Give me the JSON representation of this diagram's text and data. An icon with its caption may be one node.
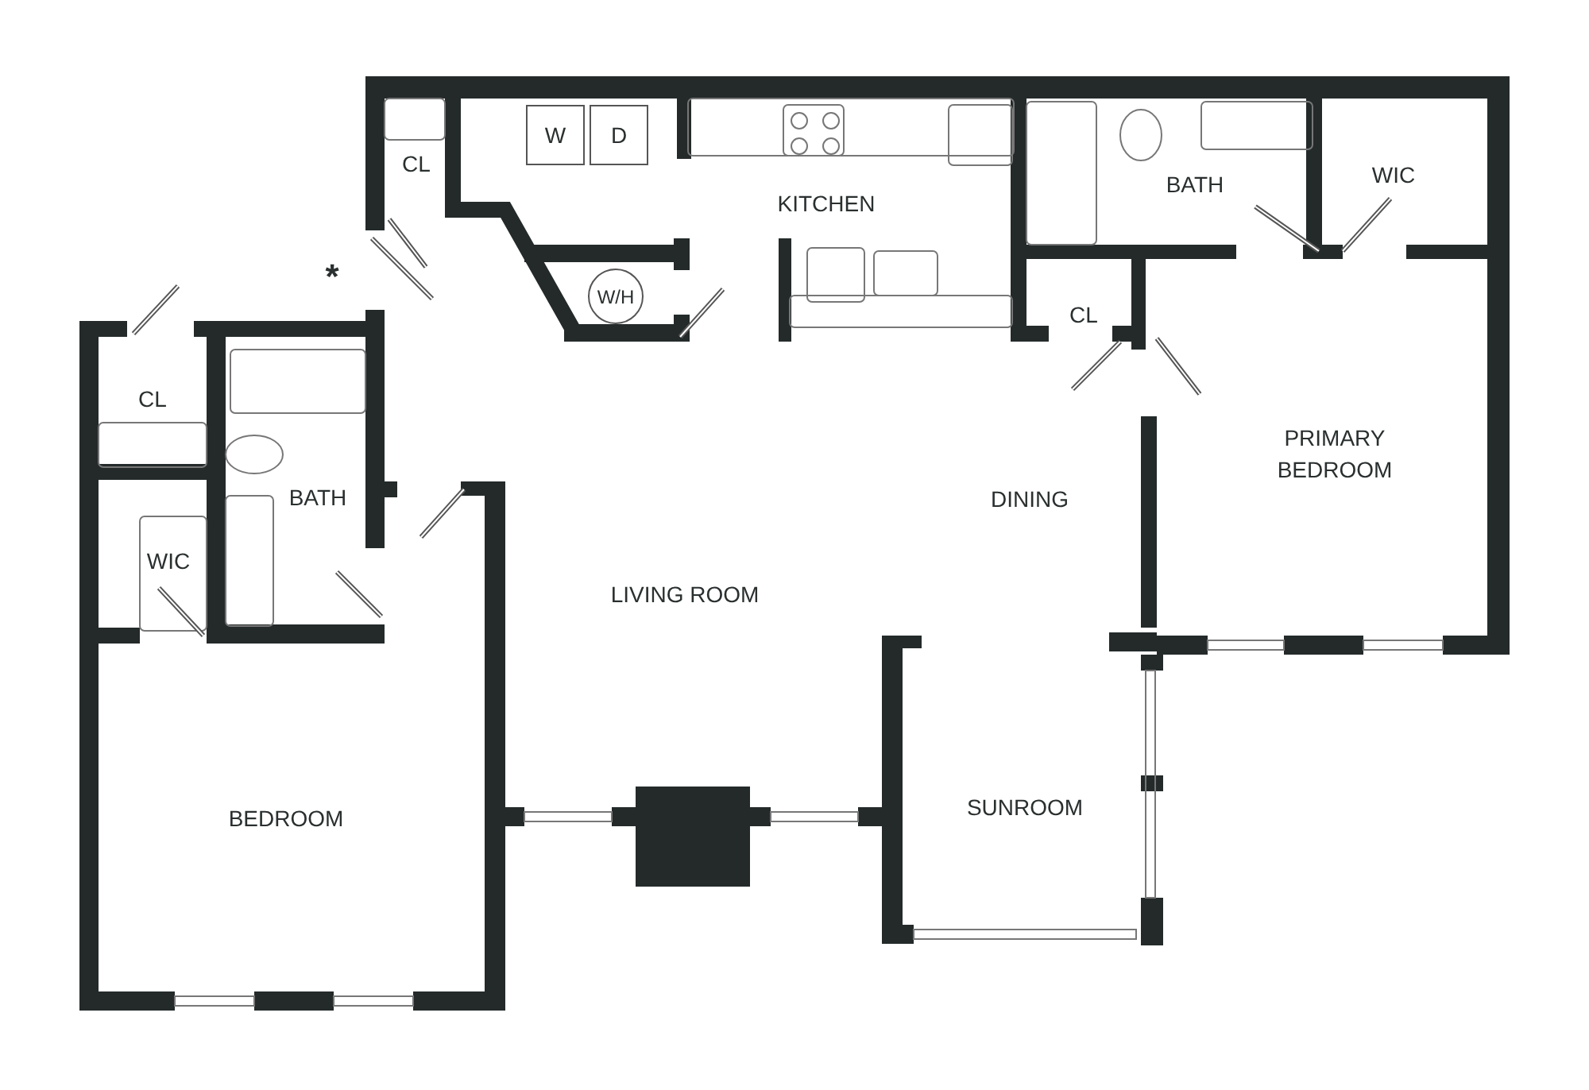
{
  "diagram": {
    "nodes": [
      {
        "text": [
          "W"
        ]
      },
      {
        "text": [
          "D"
        ]
      },
      {
        "text": [
          "W/H"
        ]
      }
    ],
    "labels": [
      "CL",
      "KITCHEN",
      "BATH",
      "WIC",
      "*",
      "CL",
      "CL",
      "BATH",
      "PRIMARY BEDROOM",
      "WIC",
      "DINING",
      "LIVING ROOM",
      "BEDROOM",
      "SUNROOM"
    ]
  }
}
